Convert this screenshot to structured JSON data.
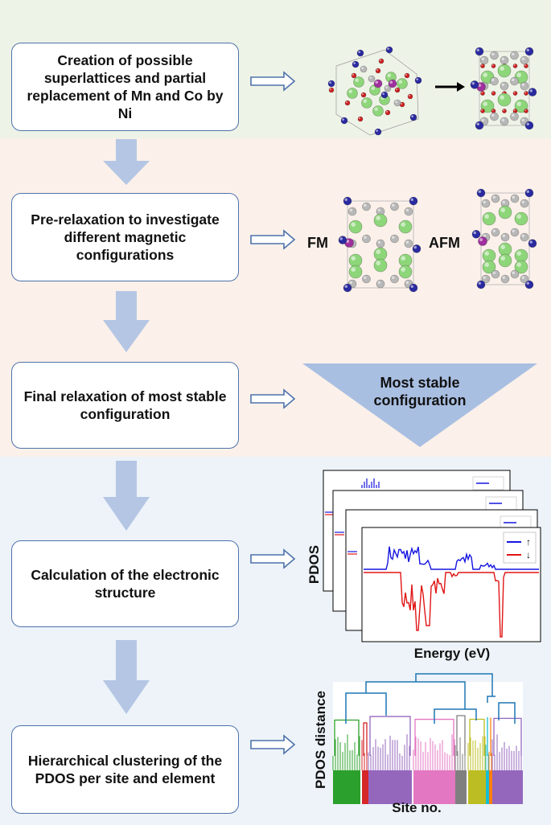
{
  "steps": [
    {
      "text": "Creation of  possible superlattices and partial replacement of Mn and Co by Ni"
    },
    {
      "text": "Pre-relaxation to investigate different magnetic configurations"
    },
    {
      "text": "Final relaxation of most stable configuration"
    },
    {
      "text": "Calculation of the electronic structure"
    },
    {
      "text": "Hierarchical clustering of the PDOS per site and element"
    }
  ],
  "magnetic": {
    "fm": "FM",
    "afm": "AFM"
  },
  "stable": {
    "line1": "Most stable",
    "line2": "configuration"
  },
  "pdos_plot": {
    "ylabel": "PDOS",
    "xlabel": "Energy (eV)",
    "legend_up": "↑",
    "legend_down": "↓",
    "colors": {
      "up": "#1515e0",
      "down": "#e01515"
    }
  },
  "dendrogram": {
    "ylabel": "PDOS distance",
    "xlabel": "Site no.",
    "colors": [
      "#2ca02c",
      "#d62728",
      "#9467bd",
      "#e377c2",
      "#7f7f7f",
      "#bcbd22",
      "#17becf",
      "#ff7f0e"
    ],
    "link_color": "#1f77b4"
  },
  "colors": {
    "box_border": "#4e72ab",
    "big_arrow": "#b4c6e4",
    "band_green": "#eef3e7",
    "band_orange": "#fbf1ea",
    "band_blue": "#edf3f9",
    "atom_mn": "#2a2aa0",
    "atom_ni": "#a0309e",
    "atom_li": "#8ed67a",
    "atom_o": "#cc2020",
    "atom_co": "#b8b8b8"
  }
}
